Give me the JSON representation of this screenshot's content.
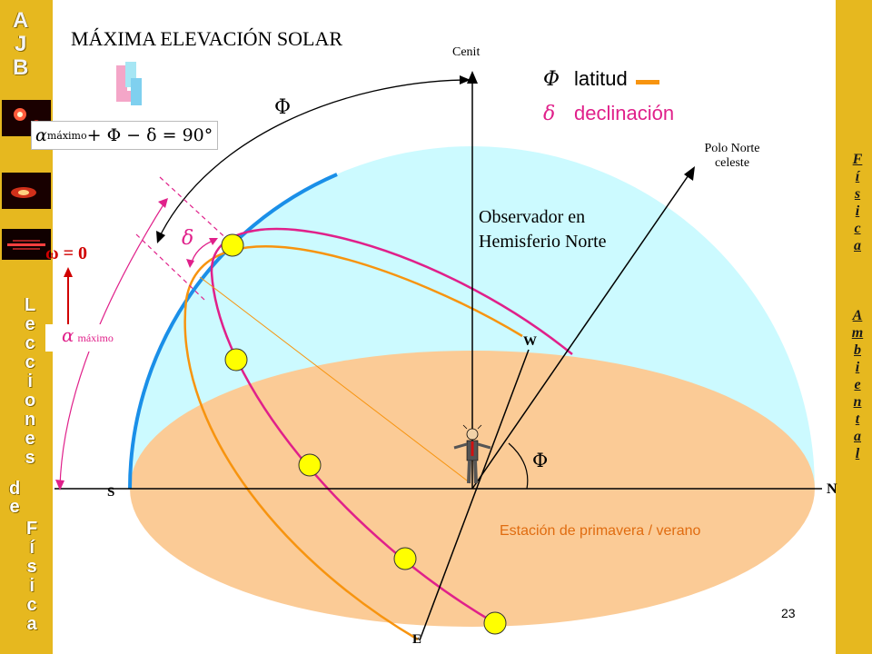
{
  "title": "MÁXIMA ELEVACIÓN SOLAR",
  "legend": [
    {
      "symbol": "Φ",
      "label": "latitud",
      "color": "#000000"
    },
    {
      "symbol": "δ",
      "label": "declinación",
      "color": "#e0208a"
    }
  ],
  "formula": {
    "alpha": "α",
    "sub": "máximo",
    "rest": " + Φ − δ = 90°"
  },
  "labels": {
    "cenit": "Cenit",
    "polo_norte_line1": "Polo Norte",
    "polo_norte_line2": "celeste",
    "observador_line1": "Observador en",
    "observador_line2": "Hemisferio Norte",
    "omega": "ω = 0",
    "alpha_sym": "α",
    "alpha_sub": "máximo",
    "phi_top": "Φ",
    "delta_small": "δ",
    "phi_ground": "Φ",
    "west": "W",
    "south": "S",
    "north": "N",
    "east": "E",
    "season": "Estación de primavera / verano"
  },
  "sidebar_left": {
    "top_letters": [
      "A",
      "J",
      "B"
    ],
    "middle_letters": [
      "L",
      "e",
      "c",
      "c",
      "i",
      "o",
      "n",
      "e",
      "s"
    ],
    "de_letters": [
      "d",
      "e"
    ],
    "bottom_letters": [
      "F",
      "í",
      "s",
      "i",
      "c",
      "a"
    ]
  },
  "sidebar_right": {
    "word1": [
      "F",
      "í",
      "s",
      "i",
      "c",
      "a"
    ],
    "word2": [
      "A",
      "m",
      "b",
      "i",
      "e",
      "n",
      "t",
      "a",
      "l"
    ]
  },
  "page_number": "23",
  "colors": {
    "sidebar": "#e6b81f",
    "sky": "#ccfaff",
    "ground": "#fbcb96",
    "meridian": "#1a8fe8",
    "pink_path": "#e0208a",
    "orange_path": "#f7940f",
    "sun": "#ffff00",
    "season_text": "#e06c10"
  }
}
